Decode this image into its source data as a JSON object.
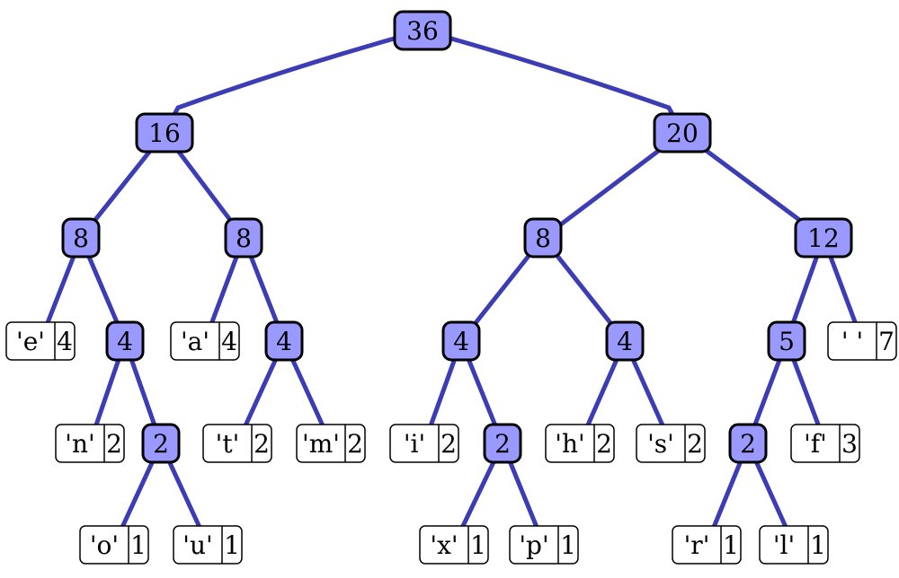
{
  "title": "",
  "style": {
    "edge_color": "#3c3cb4",
    "internal_fill": "#9999ff",
    "leaf_fill": "#ffffff",
    "border": "#000000"
  },
  "tree": {
    "value": "36",
    "children": [
      {
        "value": "16",
        "children": [
          {
            "value": "8",
            "children": [
              {
                "symbol": "'e'",
                "count": "4"
              },
              {
                "value": "4",
                "children": [
                  {
                    "symbol": "'n'",
                    "count": "2"
                  },
                  {
                    "value": "2",
                    "children": [
                      {
                        "symbol": "'o'",
                        "count": "1"
                      },
                      {
                        "symbol": "'u'",
                        "count": "1"
                      }
                    ]
                  }
                ]
              }
            ]
          },
          {
            "value": "8",
            "children": [
              {
                "symbol": "'a'",
                "count": "4"
              },
              {
                "value": "4",
                "children": [
                  {
                    "symbol": "'t'",
                    "count": "2"
                  },
                  {
                    "symbol": "'m'",
                    "count": "2"
                  }
                ]
              }
            ]
          }
        ]
      },
      {
        "value": "20",
        "children": [
          {
            "value": "8",
            "children": [
              {
                "value": "4",
                "children": [
                  {
                    "symbol": "'i'",
                    "count": "2"
                  },
                  {
                    "value": "2",
                    "children": [
                      {
                        "symbol": "'x'",
                        "count": "1"
                      },
                      {
                        "symbol": "'p'",
                        "count": "1"
                      }
                    ]
                  }
                ]
              },
              {
                "value": "4",
                "children": [
                  {
                    "symbol": "'h'",
                    "count": "2"
                  },
                  {
                    "symbol": "'s'",
                    "count": "2"
                  }
                ]
              }
            ]
          },
          {
            "value": "12",
            "children": [
              {
                "value": "5",
                "children": [
                  {
                    "value": "2",
                    "children": [
                      {
                        "symbol": "'r'",
                        "count": "1"
                      },
                      {
                        "symbol": "'l'",
                        "count": "1"
                      }
                    ]
                  },
                  {
                    "symbol": "'f'",
                    "count": "3"
                  }
                ]
              },
              {
                "symbol": "' '",
                "count": "7"
              }
            ]
          }
        ]
      }
    ]
  }
}
